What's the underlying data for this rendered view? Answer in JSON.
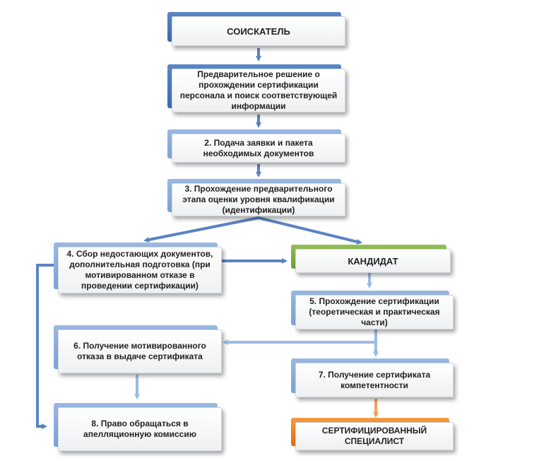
{
  "nodes": {
    "applicant": "СОИСКАТЕЛЬ",
    "prelim_decision": "Предварительное решение о прохождении сертификации персонала  и поиск соответствующей информации",
    "step2": "2. Подача заявки и пакета необходимых документов",
    "step3": "3. Прохождение предварительного этапа оценки уровня квалификации (идентификации)",
    "step4": "4. Сбор недостающих документов, дополнительная подготовка (при мотивированном отказе в проведении сертификации)",
    "candidate": "КАНДИДАТ",
    "step5": "5. Прохождение сертификации (теоретическая и практическая части)",
    "step6": "6. Получение мотивированного отказа в выдаче сертификата",
    "step7": "7. Получение сертификата компетентности",
    "step8": "8. Право обращаться в апелляционную комиссию",
    "certified": "СЕРТИФИЦИРОВАННЫЙ СПЕЦИАЛИСТ"
  },
  "colors": {
    "tab_blue": "#4a78bd",
    "tab_lightblue": "#8fb0dc",
    "tab_green": "#7fae45",
    "tab_orange": "#ee7f1f",
    "arrow_blue": "#5b84c4",
    "arrow_lightblue": "#9dbbe3",
    "arrow_orange": "#f2a15a"
  }
}
